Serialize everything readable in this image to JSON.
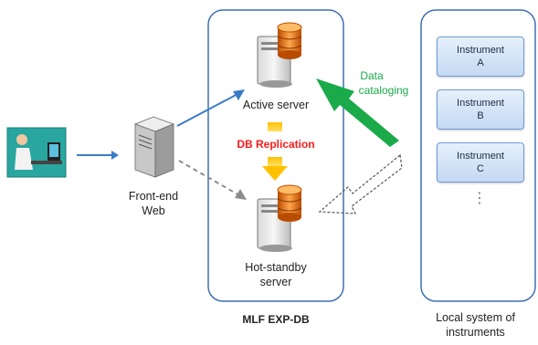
{
  "exp_db": {
    "active_server": "Active server",
    "standby_line1": "Hot-standby",
    "standby_line2": "server",
    "replication": "DB Replication",
    "title": "MLF EXP-DB"
  },
  "front_end": {
    "line1": "Front-end",
    "line2": "Web"
  },
  "local_system": {
    "line1": "Local system of",
    "line2": "instruments",
    "instruments": [
      {
        "name": "Instrument",
        "id": "A"
      },
      {
        "name": "Instrument",
        "id": "B"
      },
      {
        "name": "Instrument",
        "id": "C"
      }
    ],
    "more": "⋮"
  },
  "cataloging": {
    "line1": "Data",
    "line2": "cataloging"
  },
  "colors": {
    "blue_arrow": "#3a7bc8",
    "green_arrow": "#1aaa4a",
    "replication_text": "#ff1a1a",
    "replication_arrow": "#ffc000",
    "panel_border": "#3f6fb5"
  }
}
